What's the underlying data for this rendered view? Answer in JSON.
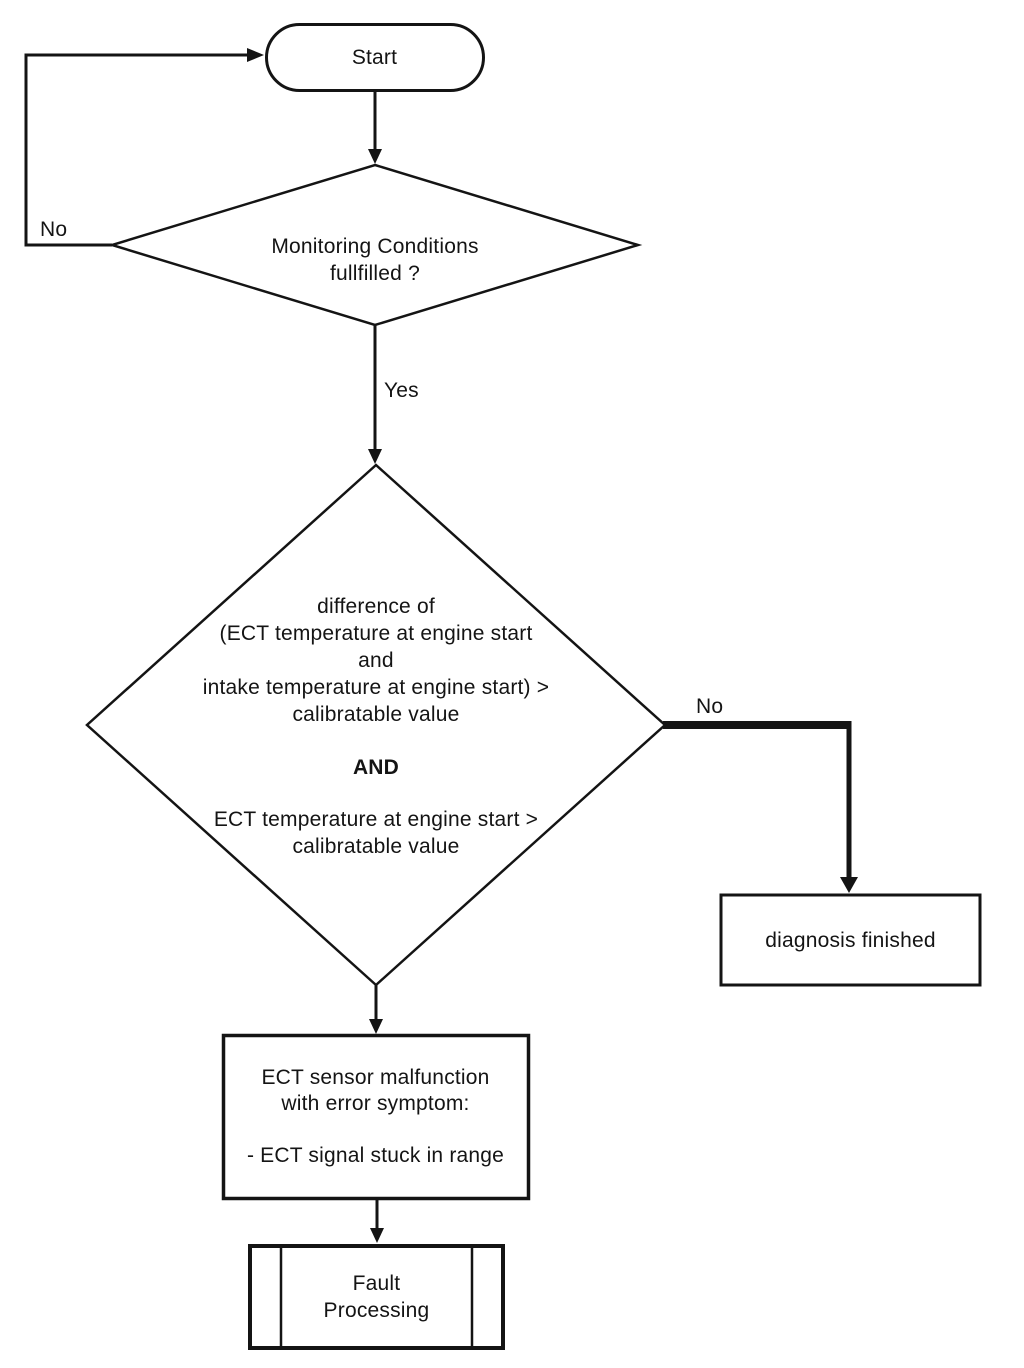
{
  "diagram": {
    "type": "flowchart",
    "colors": {
      "stroke": "#141414",
      "background": "#ffffff"
    },
    "nodes": {
      "start": {
        "shape": "terminator",
        "label": "Start"
      },
      "monitoring": {
        "shape": "decision",
        "label": "Monitoring Conditions\nfullfilled ?"
      },
      "ect_check": {
        "shape": "decision",
        "condition_top": "difference of\n(ECT temperature at engine start\nand\nintake temperature at engine start) >\ncalibratable value",
        "operator": "AND",
        "condition_bottom": "ECT temperature at engine start >\ncalibratable value"
      },
      "diagnosis_finished": {
        "shape": "process",
        "label": "diagnosis finished"
      },
      "malfunction": {
        "shape": "process",
        "label": "ECT sensor malfunction\nwith error symptom:\n\n- ECT signal stuck in range"
      },
      "fault_processing": {
        "shape": "predefined_process",
        "label": "Fault\nProcessing"
      }
    },
    "edge_labels": {
      "monitoring_no": "No",
      "monitoring_yes": "Yes",
      "ect_check_no": "No"
    }
  }
}
